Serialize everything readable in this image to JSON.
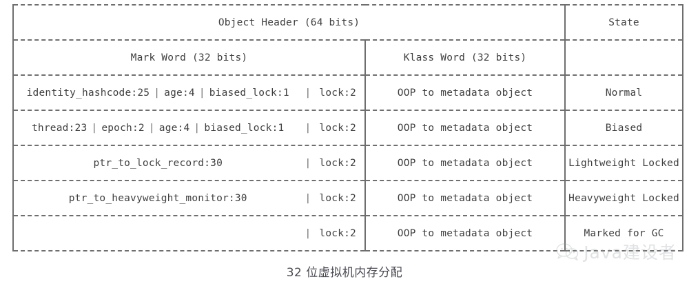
{
  "figure": {
    "caption": "32 位虚拟机内存分配",
    "watermark": {
      "text": "Java建设者",
      "icon": "wechat-icon"
    },
    "colors": {
      "rule": "#6e6e6e",
      "text": "#3f3f3f",
      "caption": "#4a4a52",
      "watermark": "#9aa0a6",
      "background": "#ffffff"
    }
  },
  "table": {
    "columns": [
      {
        "key": "mark_word",
        "header": "Mark Word (32 bits)"
      },
      {
        "key": "klass_word",
        "header": "Klass Word (32 bits)"
      },
      {
        "key": "state",
        "header": "State"
      }
    ],
    "header_group": {
      "object_header": "Object Header (64 bits)",
      "state": "State"
    },
    "rows": [
      {
        "fields": [
          "identity_hashcode:25",
          "age:4",
          "biased_lock:1"
        ],
        "lock": "lock:2",
        "klass_word": "OOP to metadata object",
        "state": "Normal"
      },
      {
        "fields": [
          "thread:23",
          "epoch:2",
          "age:4",
          "biased_lock:1"
        ],
        "lock": "lock:2",
        "klass_word": "OOP to metadata object",
        "state": "Biased"
      },
      {
        "fields": [
          "ptr_to_lock_record:30"
        ],
        "lock": "lock:2",
        "klass_word": "OOP to metadata object",
        "state": "Lightweight Locked"
      },
      {
        "fields": [
          "ptr_to_heavyweight_monitor:30"
        ],
        "lock": "lock:2",
        "klass_word": "OOP to metadata object",
        "state": "Heavyweight Locked"
      },
      {
        "fields": [
          ""
        ],
        "lock": "lock:2",
        "klass_word": "OOP to metadata object",
        "state": "Marked for GC"
      }
    ]
  }
}
